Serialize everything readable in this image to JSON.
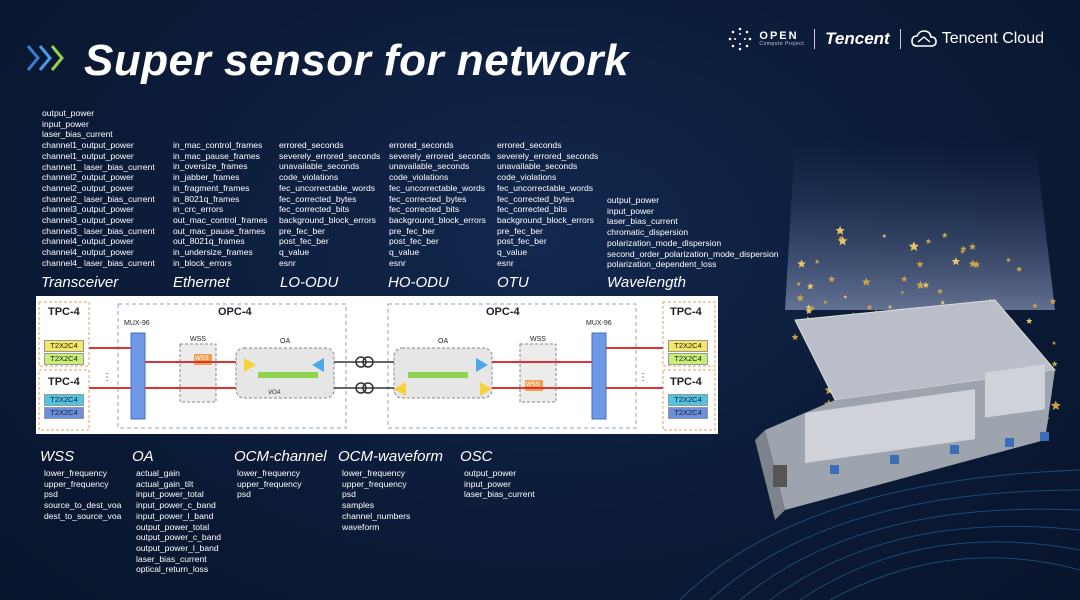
{
  "title": "Super sensor for network",
  "logos": {
    "ocp_main": "OPEN",
    "ocp_sub": "Compute Project",
    "tencent": "Tencent",
    "tencent_cloud": "Tencent Cloud"
  },
  "top": {
    "transceiver": {
      "heading": "Transceiver",
      "items": [
        "output_power",
        "input_power",
        "laser_bias_current",
        "channel1_output_power",
        "channel1_output_power",
        "channel1_ laser_bias_current",
        "channel2_output_power",
        "channel2_output_power",
        "channel2_ laser_bias_current",
        "channel3_output_power",
        "channel3_output_power",
        "channel3_ laser_bias_current",
        "channel4_output_power",
        "channel4_output_power",
        "channel4_ laser_bias_current"
      ]
    },
    "ethernet": {
      "heading": "Ethernet",
      "items": [
        "in_mac_control_frames",
        "in_mac_pause_frames",
        "in_oversize_frames",
        "in_jabber_frames",
        "in_fragment_frames",
        "in_8021q_frames",
        "in_crc_errors",
        "out_mac_control_frames",
        "out_mac_pause_frames",
        "out_8021q_frames",
        "in_undersize_frames",
        "in_block_errors"
      ]
    },
    "lo_odu": {
      "heading": "LO-ODU",
      "items": [
        "errored_seconds",
        "severely_errored_seconds",
        "unavailable_seconds",
        "code_violations",
        "fec_uncorrectable_words",
        "fec_corrected_bytes",
        "fec_corrected_bits",
        "background_block_errors",
        "pre_fec_ber",
        "post_fec_ber",
        "q_value",
        "esnr"
      ]
    },
    "ho_odu": {
      "heading": "HO-ODU",
      "items": [
        "errored_seconds",
        "severely_errored_seconds",
        "unavailable_seconds",
        "code_violations",
        "fec_uncorrectable_words",
        "fec_corrected_bytes",
        "fec_corrected_bits",
        "background_block_errors",
        "pre_fec_ber",
        "post_fec_ber",
        "q_value",
        "esnr"
      ]
    },
    "otu": {
      "heading": "OTU",
      "items": [
        "errored_seconds",
        "severely_errored_seconds",
        "unavailable_seconds",
        "code_violations",
        "fec_uncorrectable_words",
        "fec_corrected_bytes",
        "fec_corrected_bits",
        "background_block_errors",
        "pre_fec_ber",
        "post_fec_ber",
        "q_value",
        "esnr"
      ]
    },
    "wavelength": {
      "heading": "Wavelength",
      "items": [
        "output_power",
        "input_power",
        "laser_bias_current",
        "chromatic_dispersion",
        "polarization_mode_dispersion",
        "second_order_polarization_mode_dispersion",
        "polarization_dependent_loss"
      ]
    }
  },
  "bottom": {
    "wss": {
      "heading": "WSS",
      "items": [
        "lower_frequency",
        "upper_frequency",
        "psd",
        "source_to_dest_voa",
        "dest_to_source_voa"
      ]
    },
    "oa": {
      "heading": "OA",
      "items": [
        "actual_gain",
        "actual_gain_tilt",
        "input_power_total",
        "input_power_c_band",
        "input_power_l_band",
        "output_power_total",
        "output_power_c_band",
        "output_power_l_band",
        "laser_bias_current",
        "optical_return_loss"
      ]
    },
    "ocm_channel": {
      "heading": "OCM-channel",
      "items": [
        "lower_frequency",
        "upper_frequency",
        "psd"
      ]
    },
    "ocm_waveform": {
      "heading": "OCM-waveform",
      "items": [
        "lower_frequency",
        "upper_frequency",
        "psd",
        "samples",
        "channel_numbers",
        "waveform"
      ]
    },
    "osc": {
      "heading": "OSC",
      "items": [
        "output_power",
        "input_power",
        "laser_bias_current"
      ]
    }
  },
  "diagram": {
    "tpc_left_top": "TPC-4",
    "tpc_left_bottom": "TPC-4",
    "tpc_right_top": "TPC-4",
    "tpc_right_bottom": "TPC-4",
    "t2x": "T2X2C4",
    "mux": "MUX-96",
    "opc_left": "OPC-4",
    "opc_right": "OPC-4",
    "wss": "WSS",
    "oa": "OA",
    "voa": "VOA"
  },
  "colors": {
    "background": "#0b1a36",
    "t2x_yellow": "#f5e663",
    "t2x_green": "#c6ef7a",
    "t2x_cyan": "#4fc3e6",
    "t2x_blue": "#6a8fe0",
    "wss_orange": "#f0a050",
    "mux_blue": "#6f98e6"
  }
}
